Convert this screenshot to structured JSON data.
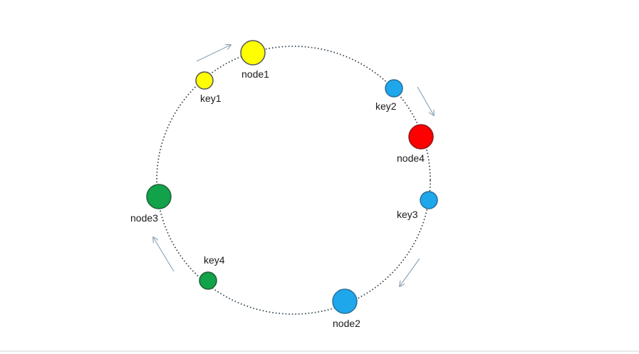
{
  "colors": {
    "yellow": "#FFFF00",
    "blue": "#1EA7EB",
    "red": "#FF0000",
    "green": "#11A24A",
    "ring": "#3a4a55",
    "arrow": "#8FA6B8"
  },
  "nodes": {
    "node1": "node1",
    "node2": "node2",
    "node3": "node3",
    "node4": "node4"
  },
  "keys": {
    "key1": "key1",
    "key2": "key2",
    "key3": "key3",
    "key4": "key4"
  }
}
